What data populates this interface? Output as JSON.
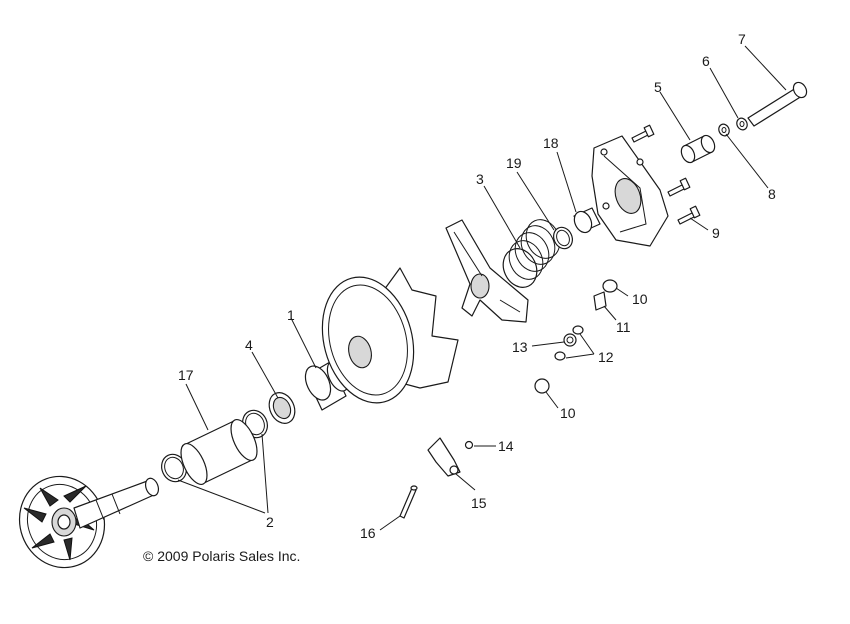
{
  "callouts": {
    "c1": "1",
    "c2": "2",
    "c3": "3",
    "c4": "4",
    "c5": "5",
    "c6": "6",
    "c7": "7",
    "c8": "8",
    "c9": "9",
    "c10a": "10",
    "c10b": "10",
    "c11": "11",
    "c12": "12",
    "c13": "13",
    "c14": "14",
    "c15": "15",
    "c16": "16",
    "c17": "17",
    "c18": "18",
    "c19": "19"
  },
  "copyright": "© 2009 Polaris Sales Inc."
}
